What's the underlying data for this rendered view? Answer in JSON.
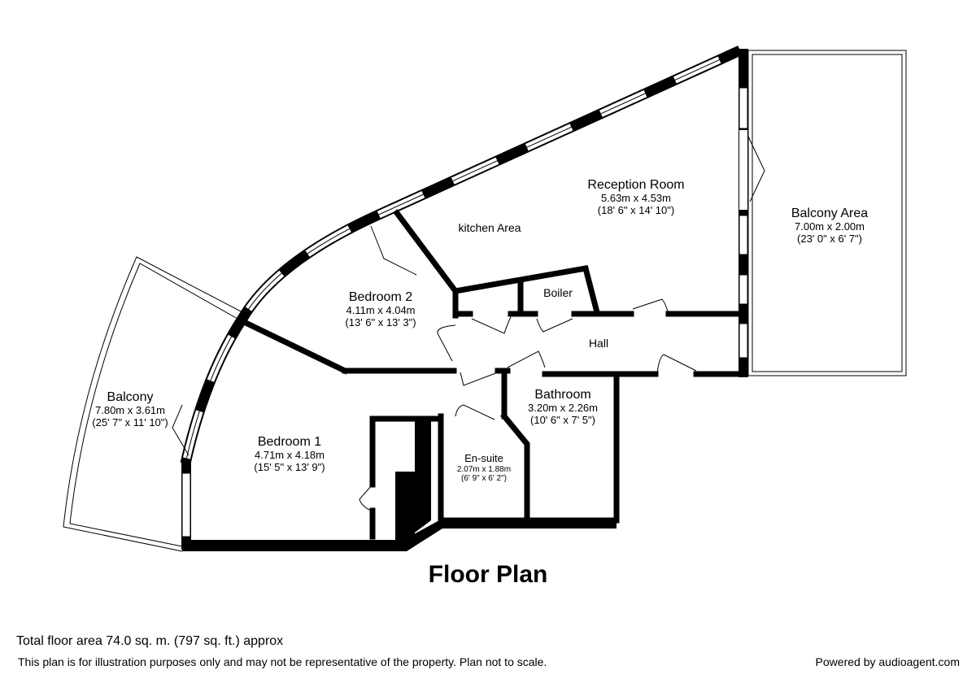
{
  "title": "Floor Plan",
  "rooms": {
    "reception": {
      "name": "Reception Room",
      "metric": "5.63m x 4.53m",
      "imperial": "(18' 6\" x 14' 10\")"
    },
    "balcony_area": {
      "name": "Balcony Area",
      "metric": "7.00m x 2.00m",
      "imperial": "(23' 0\" x 6' 7\")"
    },
    "kitchen": {
      "name": "kitchen Area"
    },
    "bedroom2": {
      "name": "Bedroom 2",
      "metric": "4.11m x 4.04m",
      "imperial": "(13' 6\" x 13' 3\")"
    },
    "boiler": {
      "name": "Boiler"
    },
    "hall": {
      "name": "Hall"
    },
    "bathroom": {
      "name": "Bathroom",
      "metric": "3.20m x 2.26m",
      "imperial": "(10' 6\" x 7' 5\")"
    },
    "balcony": {
      "name": "Balcony",
      "metric": "7.80m x 3.61m",
      "imperial": "(25' 7\" x 11' 10\")"
    },
    "bedroom1": {
      "name": "Bedroom 1",
      "metric": "4.71m x 4.18m",
      "imperial": "(15' 5\" x 13' 9\")"
    },
    "ensuite": {
      "name": "En-suite",
      "metric": "2.07m x 1.88m",
      "imperial": "(6' 9\" x 6' 2\")"
    }
  },
  "footer": {
    "total_area": "Total floor area 74.0 sq. m. (797 sq. ft.) approx",
    "disclaimer": "This plan is for illustration purposes only and may not be representative of the property. Plan not to scale.",
    "powered_by": "Powered by audioagent.com"
  }
}
